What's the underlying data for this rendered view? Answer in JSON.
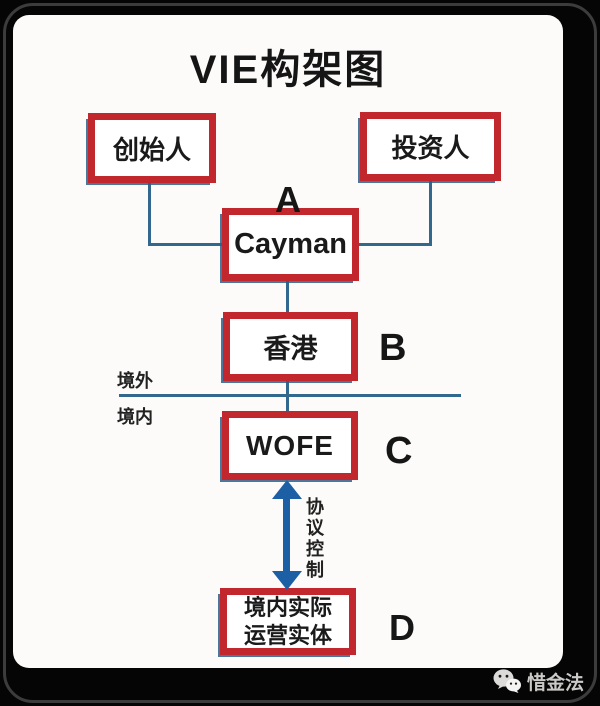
{
  "title": "VIE构架图",
  "diagram": {
    "nodes": {
      "founder": {
        "label": "创始人"
      },
      "investor": {
        "label": "投资人"
      },
      "cayman": {
        "label": "Cayman",
        "tier": "A"
      },
      "hongkong": {
        "label": "香港",
        "tier": "B"
      },
      "wofe": {
        "label": "WOFE",
        "tier": "C"
      },
      "operating_entity": {
        "label_line1": "境内实际",
        "label_line2": "运营实体",
        "tier": "D"
      }
    },
    "boundary": {
      "offshore_label": "境外",
      "onshore_label": "境内"
    },
    "control_arrow": {
      "label": "协议控制"
    }
  },
  "watermark": {
    "name": "惜金法",
    "icon": "wechat-icon"
  },
  "colors": {
    "background": "#050505",
    "panel": "#fcfbf9",
    "box_border_red": "#c1272d",
    "connector_blue": "#33688e",
    "arrow_blue": "#1d5fa5"
  }
}
